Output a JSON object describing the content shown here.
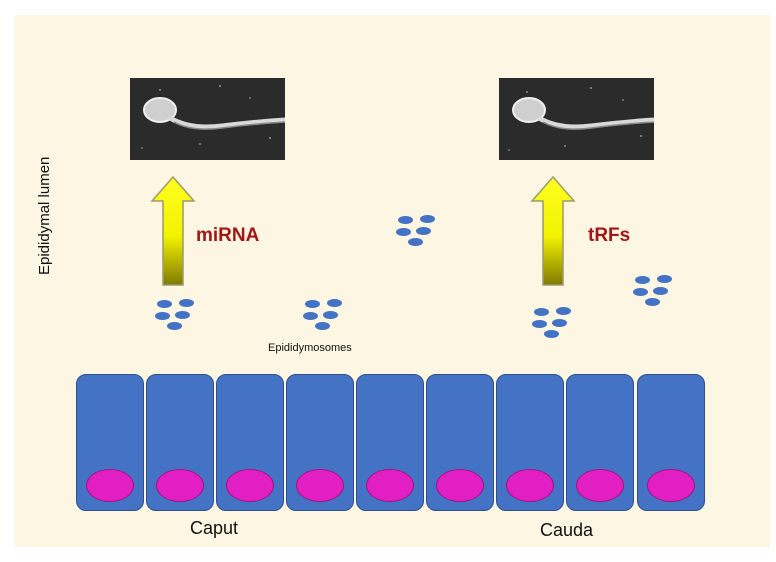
{
  "side_label": "Epididymal lumen",
  "left_label": "miRNA",
  "right_label": "tRFs",
  "vesicle_label": "Epididymosomes",
  "region_labels": [
    "Caput",
    "Cauda"
  ],
  "cell_count": 9,
  "colors": {
    "background": "#fdf6e3",
    "cell": "#4472c4",
    "nucleus": "#e21fc3",
    "vesicle": "#4472c4",
    "arrow": "#ffff00",
    "label": "#a31616"
  },
  "icons": [
    "sperm-micrograph",
    "up-arrow",
    "vesicle-cluster"
  ]
}
